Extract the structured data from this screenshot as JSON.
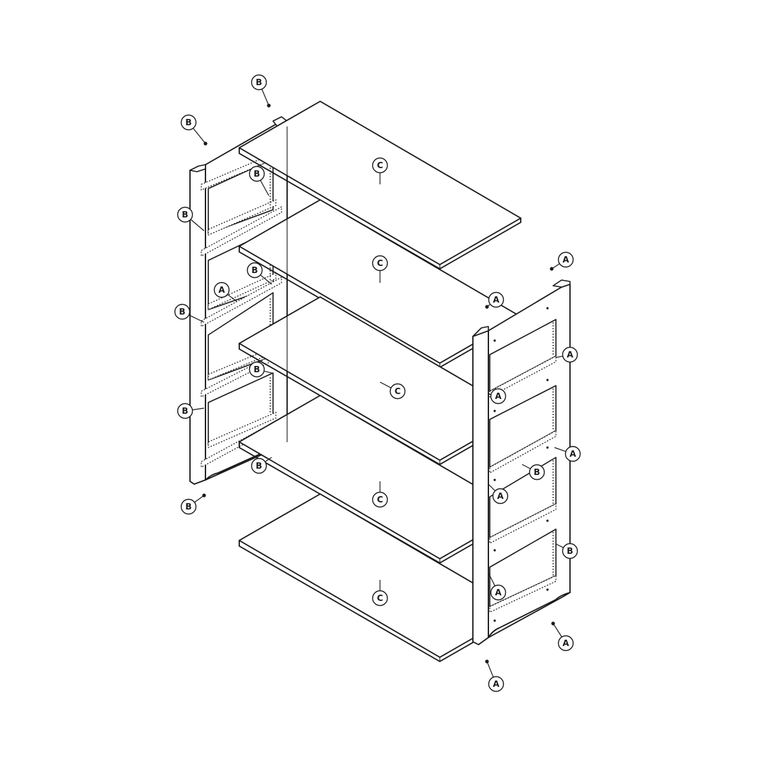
{
  "diagram": {
    "type": "exploded-assembly",
    "parts": [
      {
        "id": "A",
        "label": "A"
      },
      {
        "id": "B",
        "label": "B"
      },
      {
        "id": "C",
        "label": "C"
      }
    ],
    "callouts": [
      {
        "label": "B",
        "leader": "screw"
      },
      {
        "label": "B",
        "leader": "screw"
      },
      {
        "label": "B",
        "leader": "line"
      },
      {
        "label": "B",
        "leader": "line"
      },
      {
        "label": "B",
        "leader": "line"
      },
      {
        "label": "B",
        "leader": "line"
      },
      {
        "label": "B",
        "leader": "line"
      },
      {
        "label": "B",
        "leader": "line"
      },
      {
        "label": "B",
        "leader": "line"
      },
      {
        "label": "B",
        "leader": "line"
      },
      {
        "label": "B",
        "leader": "screw"
      },
      {
        "label": "A",
        "leader": "line"
      },
      {
        "label": "C",
        "leader": "line"
      },
      {
        "label": "C",
        "leader": "line"
      },
      {
        "label": "C",
        "leader": "line"
      },
      {
        "label": "C",
        "leader": "line"
      },
      {
        "label": "C",
        "leader": "line"
      },
      {
        "label": "A",
        "leader": "screw"
      },
      {
        "label": "A",
        "leader": "screw"
      },
      {
        "label": "A",
        "leader": "line"
      },
      {
        "label": "A",
        "leader": "line"
      },
      {
        "label": "A",
        "leader": "line"
      },
      {
        "label": "A",
        "leader": "line"
      },
      {
        "label": "B",
        "leader": "line"
      },
      {
        "label": "A",
        "leader": "line"
      },
      {
        "label": "A",
        "leader": "screw"
      },
      {
        "label": "A",
        "leader": "screw"
      }
    ]
  }
}
